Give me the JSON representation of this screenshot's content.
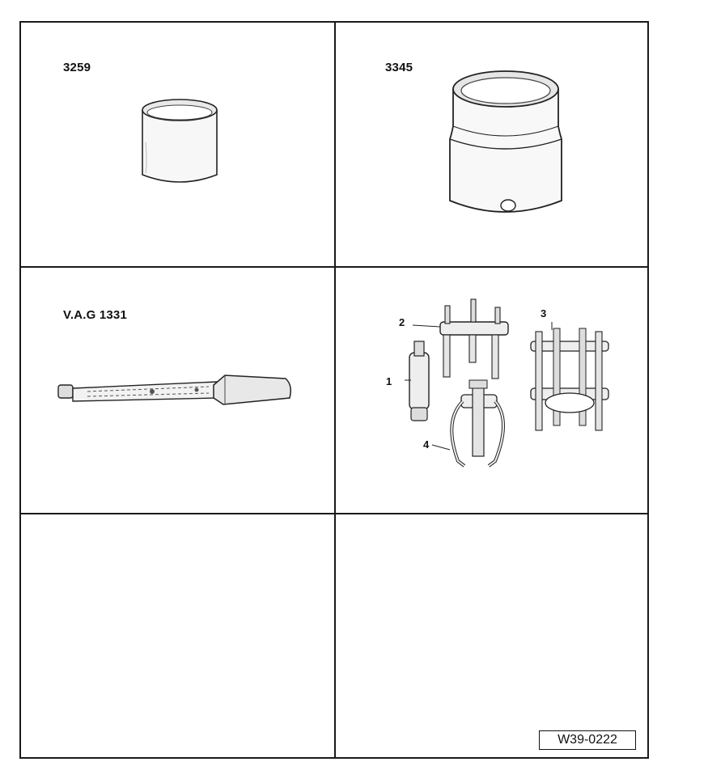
{
  "panels": {
    "top_left": {
      "tool_number": "3259"
    },
    "top_right": {
      "tool_number": "3345"
    },
    "mid_left": {
      "tool_number": "V.A.G 1331"
    },
    "mid_right": {
      "callouts": [
        "1",
        "2",
        "3",
        "4"
      ]
    }
  },
  "reference_code": "W39-0222"
}
